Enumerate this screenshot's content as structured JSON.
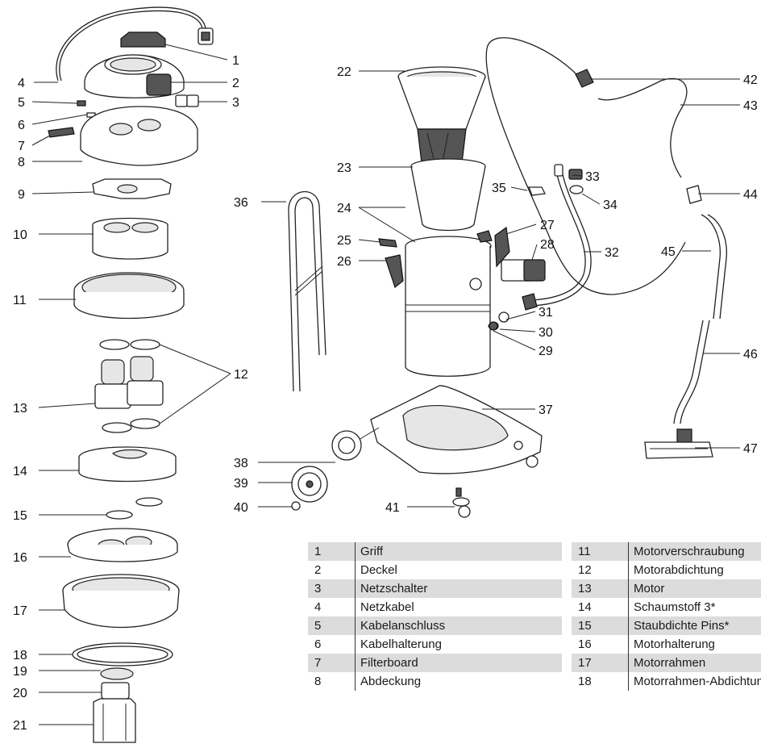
{
  "callouts": {
    "n1": "1",
    "n2": "2",
    "n3": "3",
    "n4": "4",
    "n5": "5",
    "n6": "6",
    "n7": "7",
    "n8": "8",
    "n9": "9",
    "n10": "10",
    "n11": "11",
    "n12": "12",
    "n13": "13",
    "n14": "14",
    "n15": "15",
    "n16": "16",
    "n17": "17",
    "n18": "18",
    "n19": "19",
    "n20": "20",
    "n21": "21",
    "n22": "22",
    "n23": "23",
    "n24": "24",
    "n25": "25",
    "n26": "26",
    "n27": "27",
    "n28": "28",
    "n29": "29",
    "n30": "30",
    "n31": "31",
    "n32": "32",
    "n33": "33",
    "n34": "34",
    "n35": "35",
    "n36": "36",
    "n37": "37",
    "n38": "38",
    "n39": "39",
    "n40": "40",
    "n41": "41",
    "n42": "42",
    "n43": "43",
    "n44": "44",
    "n45": "45",
    "n46": "46",
    "n47": "47"
  },
  "legend_left": [
    {
      "num": "1",
      "name": "Griff"
    },
    {
      "num": "2",
      "name": "Deckel"
    },
    {
      "num": "3",
      "name": "Netzschalter"
    },
    {
      "num": "4",
      "name": "Netzkabel"
    },
    {
      "num": "5",
      "name": "Kabelanschluss"
    },
    {
      "num": "6",
      "name": "Kabelhalterung"
    },
    {
      "num": "7",
      "name": "Filterboard"
    },
    {
      "num": "8",
      "name": "Abdeckung"
    }
  ],
  "legend_right": [
    {
      "num": "11",
      "name": "Motorverschraubung"
    },
    {
      "num": "12",
      "name": "Motorabdichtung"
    },
    {
      "num": "13",
      "name": "Motor"
    },
    {
      "num": "14",
      "name": "Schaumstoff 3*"
    },
    {
      "num": "15",
      "name": "Staubdichte Pins*"
    },
    {
      "num": "16",
      "name": "Motorhalterung"
    },
    {
      "num": "17",
      "name": "Motorrahmen"
    },
    {
      "num": "18",
      "name": "Motorrahmen-Abdichtung"
    }
  ]
}
